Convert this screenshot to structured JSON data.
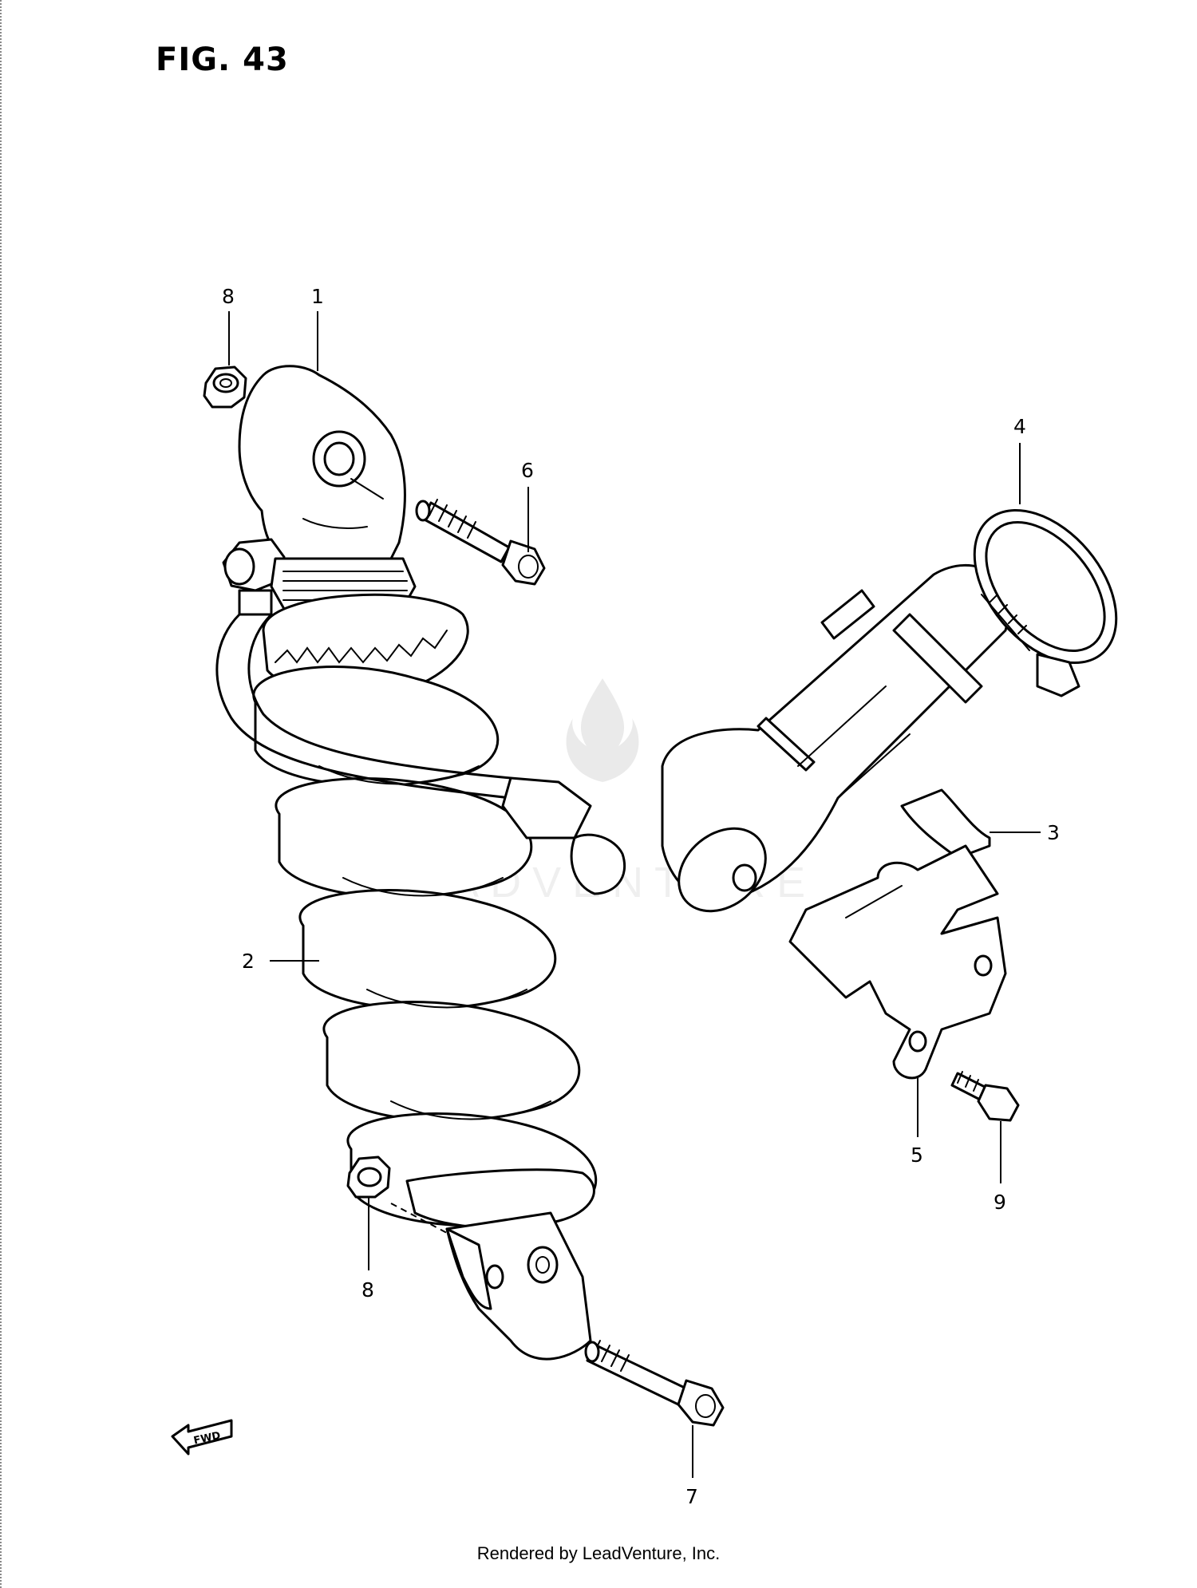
{
  "figure": {
    "title": "FIG. 43",
    "credit": "Rendered by LeadVenture, Inc.",
    "watermark": "LEADVENTURE",
    "fwd_label": "FWD"
  },
  "callouts": [
    {
      "id": "8a",
      "label": "8"
    },
    {
      "id": "1",
      "label": "1"
    },
    {
      "id": "6",
      "label": "6"
    },
    {
      "id": "4",
      "label": "4"
    },
    {
      "id": "3",
      "label": "3"
    },
    {
      "id": "2",
      "label": "2"
    },
    {
      "id": "5",
      "label": "5"
    },
    {
      "id": "9",
      "label": "9"
    },
    {
      "id": "8b",
      "label": "8"
    },
    {
      "id": "7",
      "label": "7"
    }
  ],
  "colors": {
    "line": "#000000",
    "paper": "#ffffff"
  }
}
